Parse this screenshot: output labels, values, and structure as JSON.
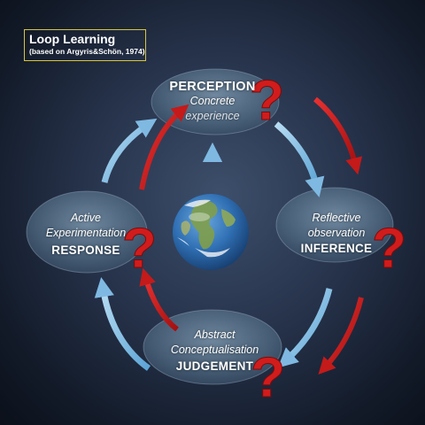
{
  "title": {
    "main": "Loop Learning",
    "sub": "(based on Argyris&Schön, 1974)"
  },
  "nodes": {
    "perception": {
      "heading": "PERCEPTION",
      "line1": "Concrete",
      "line2": "experience"
    },
    "inference": {
      "line1": "Reflective",
      "line2": "observation",
      "heading": "INFERENCE"
    },
    "judgement": {
      "line1": "Abstract",
      "line2": "Conceptualisation",
      "heading": "JUDGEMENT"
    },
    "response": {
      "line1": "Active",
      "line2": "Experimentation",
      "heading": "RESPONSE"
    }
  },
  "colors": {
    "blue_arrow": "#8fc3e6",
    "red_arrow": "#c41a1a",
    "question_mark": "#d11c1c",
    "title_border": "#d8c53a"
  },
  "icons": [
    "globe-icon",
    "question-mark-icon",
    "arrow-icon"
  ]
}
